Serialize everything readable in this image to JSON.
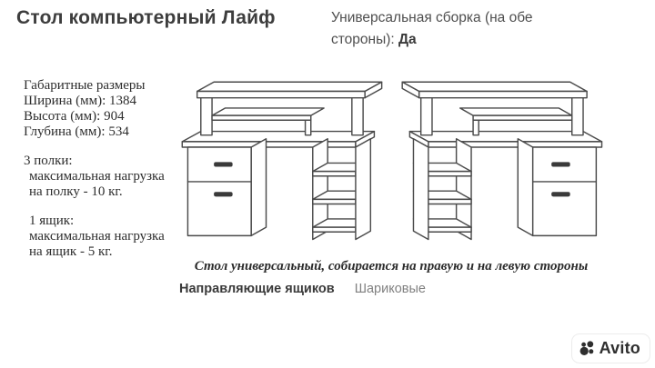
{
  "header": {
    "title": "Стол компьютерный Лайф",
    "assembly_line1": "Универсальная сборка (на обе",
    "assembly_label": "стороны): ",
    "assembly_value": "Да"
  },
  "specs": {
    "dimensions_title": "Габаритные размеры",
    "width": "Ширина (мм): 1384",
    "height": "Высота (мм): 904",
    "depth": "Глубина (мм): 534",
    "shelves_title": "3 полки:",
    "shelves_line1": "максимальная нагрузка",
    "shelves_line2": "на полку - 10 кг.",
    "drawer_title": "1 ящик:",
    "drawer_line1": "максимальная нагрузка",
    "drawer_line2": "на ящик - 5 кг."
  },
  "caption": "Стол универсальный, собирается на правую и на левую стороны",
  "drawer_slides": {
    "label": "Направляющие ящиков",
    "value": "Шариковые"
  },
  "drawings": {
    "left_desk": "desk-with-drawers-left",
    "right_desk": "desk-with-drawers-right",
    "line_color": "#4a4a4a"
  },
  "watermark": {
    "brand": "Avito"
  }
}
